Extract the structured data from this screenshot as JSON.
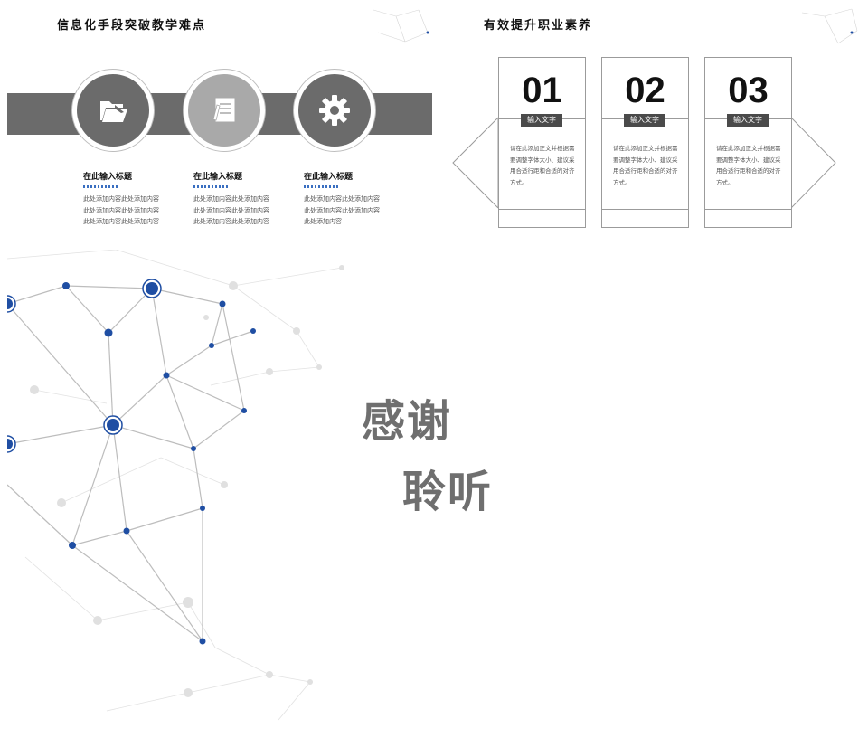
{
  "slide1": {
    "title": "信息化手段突破教学难点",
    "features": [
      {
        "icon": "folder-icon",
        "title": "在此输入标题",
        "text": "此处添加内容此处添加内容此处添加内容此处添加内容此处添加内容此处添加内容"
      },
      {
        "icon": "document-pen-icon",
        "title": "在此输入标题",
        "text": "此处添加内容此处添加内容此处添加内容此处添加内容此处添加内容此处添加内容"
      },
      {
        "icon": "gear-icon",
        "title": "在此输入标题",
        "text": "此处添加内容此处添加内容此处添加内容此处添加内容此处添加内容"
      }
    ]
  },
  "slide2": {
    "title": "有效提升职业素养",
    "cards": [
      {
        "number": "01",
        "label": "输入文字",
        "text": "请在此添加正文并根据需要调整字体大小、建议采用合适行距和合适的对齐方式。"
      },
      {
        "number": "02",
        "label": "输入文字",
        "text": "请在此添加正文并根据需要调整字体大小、建议采用合适行距和合适的对齐方式。"
      },
      {
        "number": "03",
        "label": "输入文字",
        "text": "请在此添加正文并根据需要调整字体大小、建议采用合适行距和合适的对齐方式。"
      }
    ]
  },
  "slide3": {
    "line1": "感谢",
    "line2": "聆听"
  },
  "colors": {
    "band": "#6b6b6b",
    "accent_blue": "#1f4ea3",
    "thanks_text": "#6f6f6f"
  }
}
